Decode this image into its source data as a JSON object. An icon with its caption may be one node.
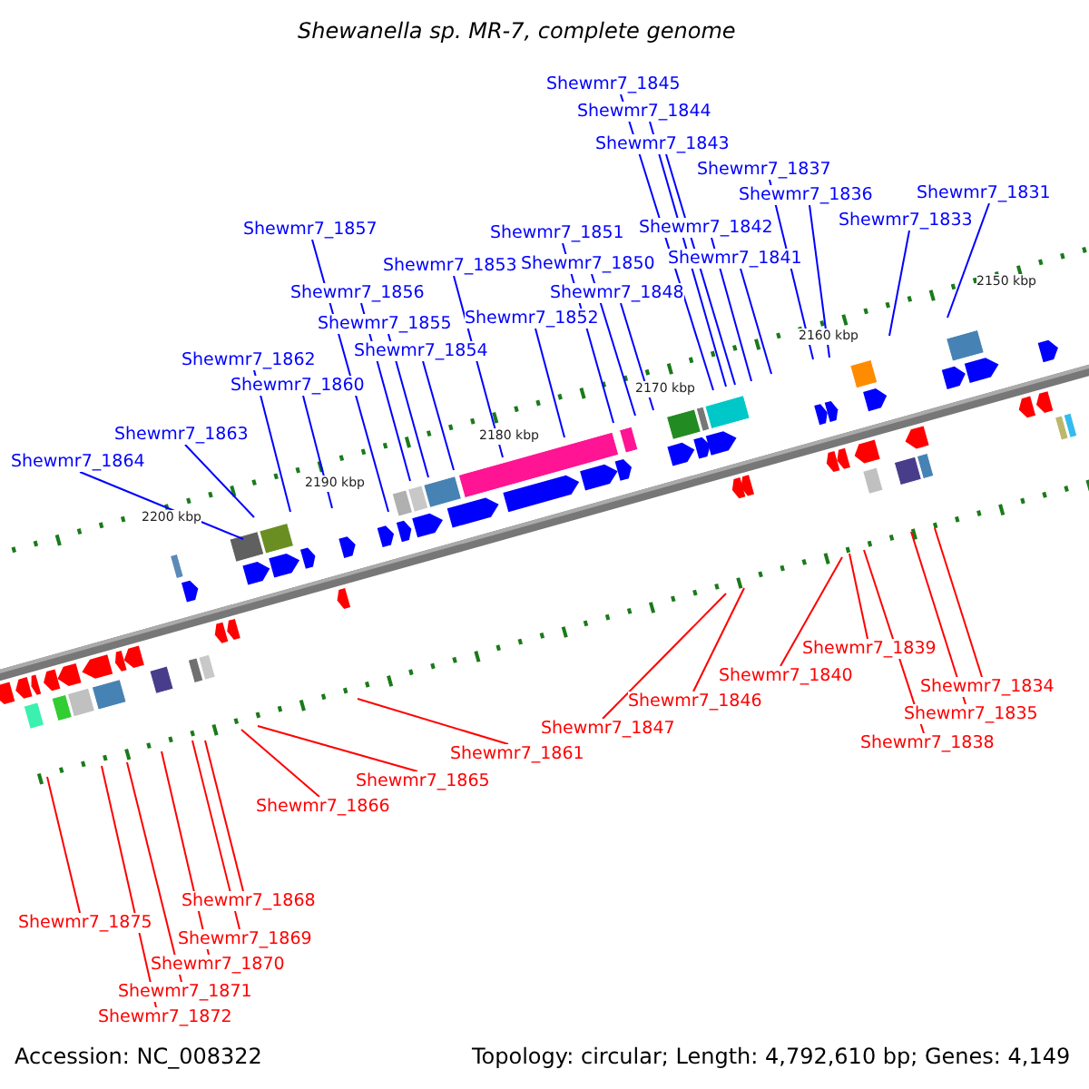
{
  "diagram": {
    "title": "Shewanella sp. MR-7, complete genome",
    "nodes": [
      {
        "text": [
          "Shewmr7_1845"
        ]
      },
      {
        "text": [
          "Shewmr7_1844"
        ]
      },
      {
        "text": [
          "Shewmr7_1843"
        ]
      },
      {
        "text": [
          "Shewmr7_1837"
        ]
      },
      {
        "text": [
          "Shewmr7_1836"
        ]
      },
      {
        "text": [
          "Shewmr7_1831"
        ]
      },
      {
        "text": [
          "Shewmr7_1833"
        ]
      },
      {
        "text": [
          "Shewmr7_1857"
        ]
      },
      {
        "text": [
          "Shewmr7_1851"
        ]
      },
      {
        "text": [
          "Shewmr7_1842"
        ]
      },
      {
        "text": [
          "Shewmr7_1853"
        ]
      },
      {
        "text": [
          "Shewmr7_1850"
        ]
      },
      {
        "text": [
          "Shewmr7_1841"
        ]
      },
      {
        "text": [
          "Shewmr7_1856"
        ]
      },
      {
        "text": [
          "Shewmr7_1848"
        ]
      },
      {
        "text": [
          "Shewmr7_1855"
        ]
      },
      {
        "text": [
          "Shewmr7_1852"
        ]
      },
      {
        "text": [
          "Shewmr7_1854"
        ]
      },
      {
        "text": [
          "Shewmr7_1862"
        ]
      },
      {
        "text": [
          "Shewmr7_1860"
        ]
      },
      {
        "text": [
          "Shewmr7_1863"
        ]
      },
      {
        "text": [
          "Shewmr7_1864"
        ]
      },
      {
        "text": [
          "Shewmr7_1839"
        ]
      },
      {
        "text": [
          "Shewmr7_1840"
        ]
      },
      {
        "text": [
          "Shewmr7_1834"
        ]
      },
      {
        "text": [
          "Shewmr7_1846"
        ]
      },
      {
        "text": [
          "Shewmr7_1835"
        ]
      },
      {
        "text": [
          "Shewmr7_1847"
        ]
      },
      {
        "text": [
          "Shewmr7_1838"
        ]
      },
      {
        "text": [
          "Shewmr7_1861"
        ]
      },
      {
        "text": [
          "Shewmr7_1865"
        ]
      },
      {
        "text": [
          "Shewmr7_1866"
        ]
      },
      {
        "text": [
          "Shewmr7_1868"
        ]
      },
      {
        "text": [
          "Shewmr7_1875"
        ]
      },
      {
        "text": [
          "Shewmr7_1869"
        ]
      },
      {
        "text": [
          "Shewmr7_1870"
        ]
      },
      {
        "text": [
          "Shewmr7_1871"
        ]
      },
      {
        "text": [
          "Shewmr7_1872"
        ]
      }
    ],
    "edges": [
      {
        "from": 0,
        "to": null,
        "arrow": "none"
      },
      {
        "from": 1,
        "to": null,
        "arrow": "none"
      },
      {
        "from": 2,
        "to": null,
        "arrow": "none"
      },
      {
        "from": 3,
        "to": null,
        "arrow": "none"
      },
      {
        "from": 4,
        "to": null,
        "arrow": "none"
      },
      {
        "from": 5,
        "to": null,
        "arrow": "none"
      },
      {
        "from": 6,
        "to": null,
        "arrow": "none"
      },
      {
        "from": 7,
        "to": null,
        "arrow": "none"
      },
      {
        "from": 8,
        "to": null,
        "arrow": "none"
      },
      {
        "from": 9,
        "to": null,
        "arrow": "none"
      },
      {
        "from": 10,
        "to": null,
        "arrow": "none"
      },
      {
        "from": 11,
        "to": null,
        "arrow": "none"
      },
      {
        "from": 12,
        "to": null,
        "arrow": "none"
      },
      {
        "from": 13,
        "to": null,
        "arrow": "none"
      },
      {
        "from": 14,
        "to": null,
        "arrow": "none"
      },
      {
        "from": 15,
        "to": null,
        "arrow": "none"
      },
      {
        "from": 16,
        "to": null,
        "arrow": "none"
      },
      {
        "from": 17,
        "to": null,
        "arrow": "none"
      },
      {
        "from": 18,
        "to": null,
        "arrow": "none"
      },
      {
        "from": 19,
        "to": null,
        "arrow": "none"
      },
      {
        "from": 20,
        "to": null,
        "arrow": "none"
      },
      {
        "from": 21,
        "to": null,
        "arrow": "none"
      },
      {
        "from": 22,
        "to": null,
        "arrow": "none",
        "color": "#ff0000"
      },
      {
        "from": 23,
        "to": null,
        "arrow": "none",
        "color": "#ff0000"
      },
      {
        "from": 24,
        "to": null,
        "arrow": "none",
        "color": "#ff0000"
      },
      {
        "from": 25,
        "to": null,
        "arrow": "none",
        "color": "#ff0000"
      },
      {
        "from": 26,
        "to": null,
        "arrow": "none",
        "color": "#ff0000"
      },
      {
        "from": 27,
        "to": null,
        "arrow": "none",
        "color": "#ff0000"
      },
      {
        "from": 28,
        "to": null,
        "arrow": "none",
        "color": "#ff0000"
      },
      {
        "from": 29,
        "to": null,
        "arrow": "none",
        "color": "#ff0000"
      },
      {
        "from": 30,
        "to": null,
        "arrow": "none",
        "color": "#ff0000"
      },
      {
        "from": 31,
        "to": null,
        "arrow": "none",
        "color": "#ff0000"
      },
      {
        "from": 32,
        "to": null,
        "arrow": "none",
        "color": "#ff0000"
      },
      {
        "from": 33,
        "to": null,
        "arrow": "none",
        "color": "#ff0000"
      },
      {
        "from": 34,
        "to": null,
        "arrow": "none",
        "color": "#ff0000"
      },
      {
        "from": 35,
        "to": null,
        "arrow": "none",
        "color": "#ff0000"
      },
      {
        "from": 36,
        "to": null,
        "arrow": "none",
        "color": "#ff0000"
      },
      {
        "from": 37,
        "to": null,
        "arrow": "none",
        "color": "#ff0000"
      }
    ],
    "labels": [
      "2150 kbp",
      "2160 kbp",
      "2170 kbp",
      "2180 kbp",
      "2190 kbp",
      "2200 kbp",
      "Accession: NC_008322",
      "Topology: circular; Length: 4,792,610 bp; Genes: 4,149"
    ]
  }
}
